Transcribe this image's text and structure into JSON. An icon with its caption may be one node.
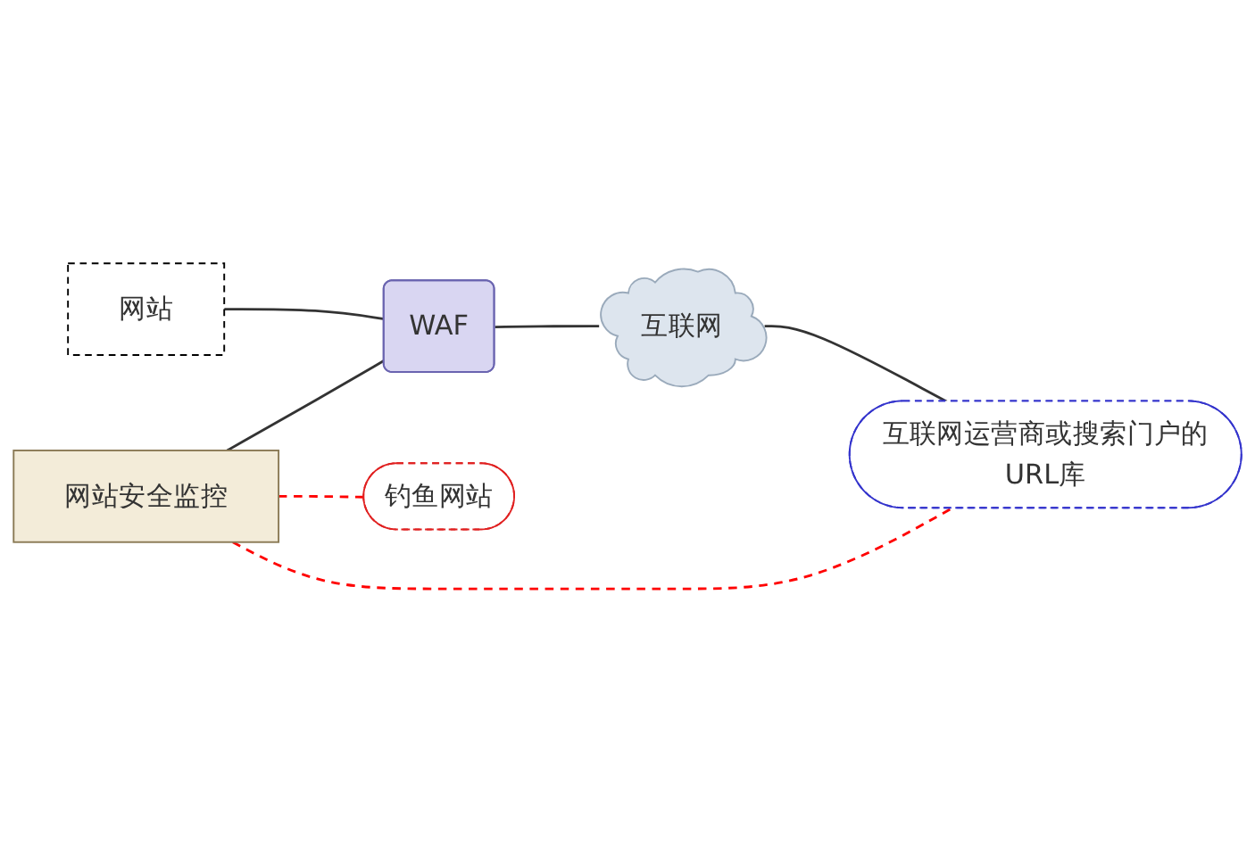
{
  "diagram": {
    "nodes": [
      {
        "text": [
          "网站"
        ]
      },
      {
        "text": [
          "网站安全监控"
        ]
      },
      {
        "text": [
          "WAF"
        ]
      },
      {
        "text": [
          "互联网"
        ]
      },
      {
        "text": [
          "互联网运营商或搜索门户的URL库"
        ]
      },
      {
        "text": [
          "钓鱼网站"
        ]
      }
    ],
    "edges": [
      {
        "from": 0,
        "to": 2,
        "arrow": "none"
      },
      {
        "from": 1,
        "to": 2,
        "arrow": "none"
      },
      {
        "from": 2,
        "to": 3,
        "arrow": "none"
      },
      {
        "from": 3,
        "to": 4,
        "arrow": "none"
      },
      {
        "from": 1,
        "to": 4,
        "arrow": "none",
        "style": "dashed",
        "color": "#ff0000"
      },
      {
        "from": 1,
        "to": 5,
        "arrow": "none",
        "style": "dashed",
        "color": "#ff0000"
      }
    ]
  }
}
